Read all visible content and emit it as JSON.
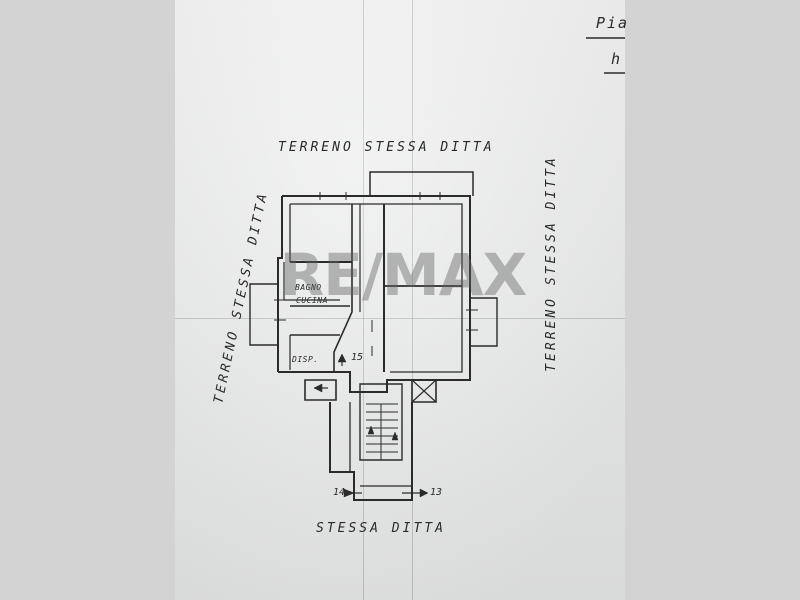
{
  "header": {
    "line1": "Pia",
    "line2": "h"
  },
  "labels": {
    "top": "TERRENO STESSA DITTA",
    "left": "TERRENO STESSA DITTA",
    "right": "TERRENO STESSA DITTA",
    "bottom": "STESSA DITTA"
  },
  "rooms": {
    "bath": "BAGNO",
    "kitchen": "CUCINA",
    "storage": "DISP."
  },
  "numbers": {
    "n15": "15",
    "n14": "14",
    "n13": "13"
  },
  "watermark": "RE/MAX"
}
